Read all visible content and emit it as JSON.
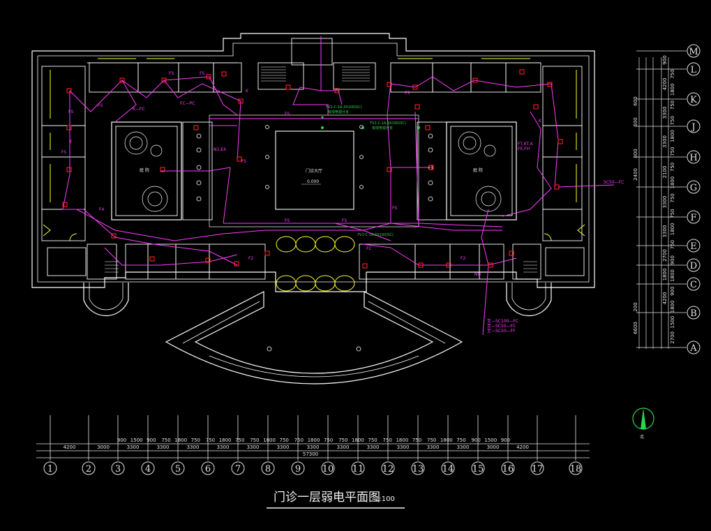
{
  "drawing": {
    "title": "门诊一层弱电平面图",
    "scale": "1:100",
    "hall_label": "门诊大厅",
    "hall_level": "0.000",
    "north_label": "北",
    "courtyard_label": "庭 院"
  },
  "bottom_axes": [
    "1",
    "2",
    "3",
    "4",
    "5",
    "6",
    "7",
    "8",
    "9",
    "10",
    "11",
    "12",
    "13",
    "14",
    "15",
    "16",
    "17",
    "18"
  ],
  "bottom_dims_main": [
    "4200",
    "3000",
    "3300",
    "3300",
    "3300",
    "3300",
    "3300",
    "3300",
    "3300",
    "3300",
    "3300",
    "3300",
    "3300",
    "3300",
    "3000",
    "4200"
  ],
  "bottom_dims_sub": [
    "900",
    "1500",
    "900",
    "750",
    "1800",
    "750",
    "750",
    "1800",
    "750",
    "750",
    "1800",
    "750",
    "750",
    "1800",
    "750",
    "750",
    "1800",
    "750",
    "750",
    "1800",
    "750",
    "750",
    "1800",
    "750",
    "900",
    "1500",
    "900"
  ],
  "bottom_total": "57300",
  "right_axes": [
    "M",
    "L",
    "K",
    "J",
    "H",
    "G",
    "F",
    "E",
    "D",
    "C",
    "B",
    "A"
  ],
  "right_dims_main": [
    "900",
    "4200",
    "3300",
    "3300",
    "2100",
    "3300",
    "3300",
    "2700",
    "1800",
    "4200"
  ],
  "right_dims_sub": [
    "750",
    "1800",
    "750",
    "750",
    "1800",
    "750",
    "750",
    "1800",
    "750",
    "750",
    "1800",
    "750",
    "900",
    "1800",
    "900",
    "1800",
    "1500",
    "2700"
  ],
  "right_dims_outer": [
    "600",
    "600",
    "800",
    "2400",
    "200",
    "6600"
  ],
  "wiring_labels": {
    "fs": "FS",
    "f": "F",
    "kfc": "K—FC",
    "fcpc": "FC—PC",
    "fefh": "FE,FH",
    "ftkf": "FT,KT,K",
    "sc50": "SC50—FC",
    "f2": "F2",
    "fc": "FC",
    "nl": "N1,E4",
    "f4": "F4",
    "k": "K",
    "ie": "TE",
    "nh": "NH"
  },
  "green_notes": [
    "TV2-C-1A-3X100(SC)",
    "TV2-C-1A-3X100(SC)",
    "TV2-C-1A-3X100(SC)",
    "有线电视分支",
    "有线电视分支"
  ],
  "magenta_notes": [
    "至—SC100—FC",
    "至—SC50—FC",
    "至—SC50—FF"
  ],
  "colors": {
    "background": "#000000",
    "walls": "#ffffff",
    "wiring": "#ff3dff",
    "devices": "#ff2020",
    "doors": "#ffff33",
    "windows": "#ffff33",
    "notes_green": "#2bd64b",
    "dimension_lines": "#e6e6e6"
  }
}
